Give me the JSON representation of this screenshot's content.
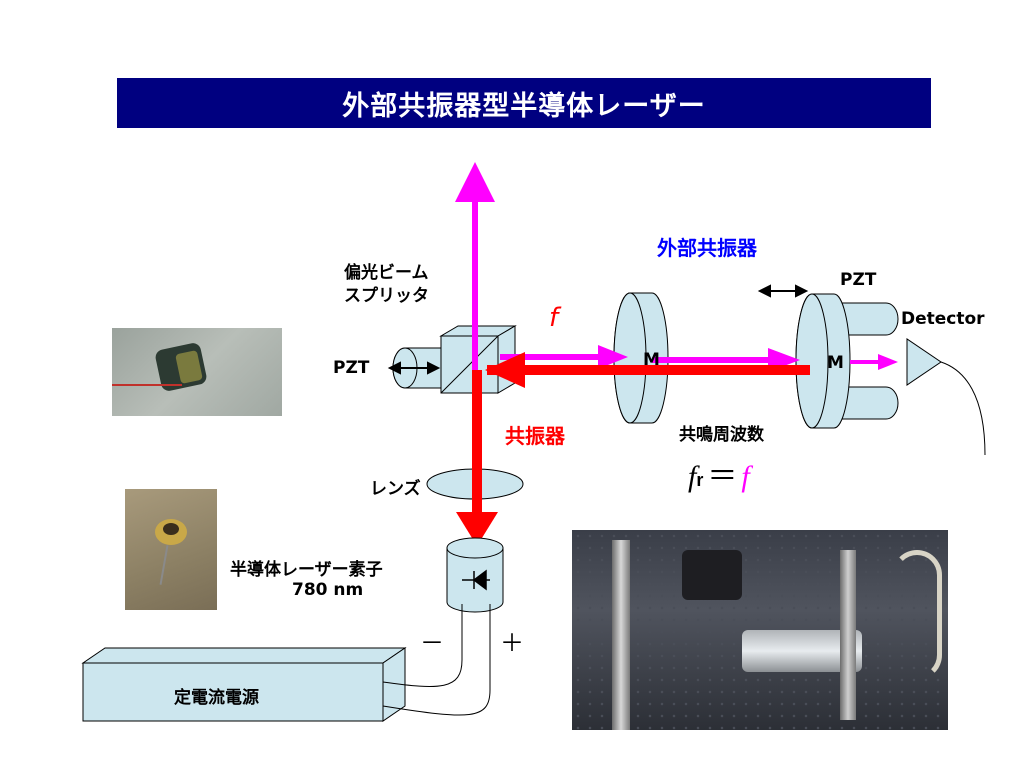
{
  "title": "外部共振器型半導体レーザー",
  "labels": {
    "external_cavity": "外部共振器",
    "pzt_right": "PZT",
    "detector": "Detector",
    "pbs_line1": "偏光ビーム",
    "pbs_line2": "スプリッタ",
    "pzt_left": "PZT",
    "freq_f": "f",
    "mirror1": "M",
    "mirror2": "M",
    "resonator": "共振器",
    "resonance_freq": "共鳴周波数",
    "fr_f": "f",
    "fr_sub": "r",
    "fr_eq": "＝",
    "fr_rhs": "f",
    "lens": "レンズ",
    "laser_element": "半導体レーザー素子",
    "wavelength": "780 nm",
    "minus": "－",
    "plus": "＋",
    "power_supply": "定電流電源"
  },
  "colors": {
    "title_bg": "#000080",
    "beam_magenta": "#ff00ff",
    "beam_red": "#ff0000",
    "component_fill": "#cce6ee",
    "external_cavity_text": "#0000ff",
    "resonator_text": "#ff0000"
  }
}
